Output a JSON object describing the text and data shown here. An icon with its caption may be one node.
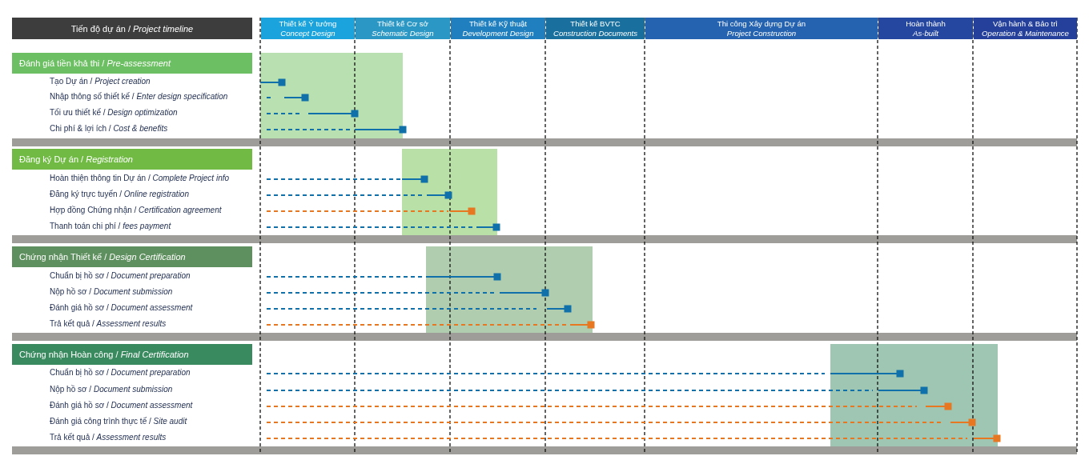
{
  "diagram": {
    "nodes": [
      {
        "text": [
          "Tiến độ dự án / *Project timeline*"
        ]
      },
      {
        "text": [
          "Thiết kế Ý tưởng *Concept Design*"
        ]
      },
      {
        "text": [
          "Thiết kế Cơ sở *Schematic Design*"
        ]
      },
      {
        "text": [
          "Thiết kế Kỹ thuật *Development Design*"
        ]
      },
      {
        "text": [
          "Thiết kế BVTC *Construction Documents*"
        ]
      },
      {
        "text": [
          "Thi công Xây dựng Dự án *Project Construction*"
        ]
      },
      {
        "text": [
          "Hoàn thành *As-built*"
        ]
      },
      {
        "text": [
          "Vận hành & Bảo trì *Operation & Maintenance*"
        ]
      },
      {
        "text": [
          "Đánh giá tiền khả thi / *Pre-assessment*"
        ]
      },
      {
        "text": [
          "Đăng ký Dự án / *Registration*"
        ]
      },
      {
        "text": [
          "Chứng nhận Thiết kế / *Design Certification*"
        ]
      },
      {
        "text": [
          "Chứng nhận Hoàn công / *Final Certification*"
        ]
      }
    ],
    "labels": [
      "Tạo Dự án / *Project creation*",
      "Nhập thông số thiết kế / *Enter design specification*",
      "Tối ưu thiết kế / *Design optimization*",
      "Chi phí & lợi ích / *Cost & benefits*",
      "Hoàn thiện thông tin Dự án / *Complete Project info*",
      "Đăng ký trực tuyến / *Online registration*",
      "Hợp đồng Chứng nhận / *Certification agreement*",
      "Thanh toán chi phí / *fees payment*",
      "Chuẩn bị hồ sơ / *Document preparation*",
      "Nộp hồ sơ / *Document submission*",
      "Đánh giá hồ sơ / *Document assessment*",
      "Trả kết quả / *Assessment results*",
      "Chuẩn bị hồ sơ / *Document preparation*",
      "Nộp hồ sơ / *Document submission*",
      "Đánh giá hồ sơ / *Document assessment*",
      "Đánh giá công trình thực tế / *Site audit*",
      "Trả kết quả / *Assessment results*"
    ]
  }
}
